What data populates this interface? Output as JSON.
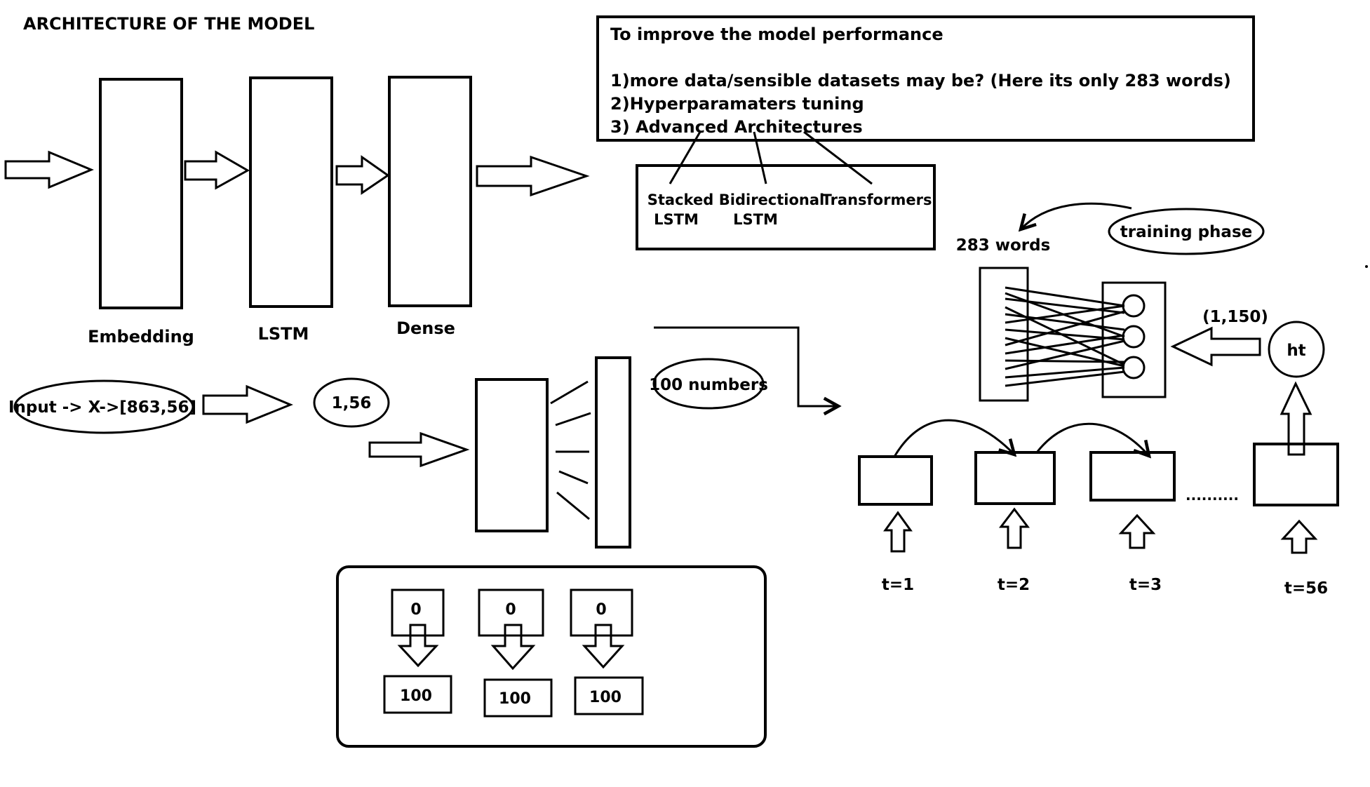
{
  "title": "ARCHITECTURE OF THE MODEL",
  "layers": [
    "Embedding",
    "LSTM",
    "Dense"
  ],
  "improve": {
    "heading": "To improve the model performance",
    "items": [
      "1)more data/sensible datasets may be? (Here its only 283 words)",
      "2)Hyperparamaters tuning",
      "3) Advanced Architectures"
    ],
    "architectures": [
      {
        "line1": "Stacked",
        "line2": "LSTM"
      },
      {
        "line1": "Bidirectional",
        "line2": "LSTM"
      },
      {
        "line1": "Transformers",
        "line2": ""
      }
    ]
  },
  "input_label": "Input -> X->[863,56]",
  "input_shape": "1,56",
  "embedding_output": "100 numbers",
  "one_hot": {
    "inputs": [
      "0",
      "0",
      "0"
    ],
    "outputs": [
      "100",
      "100",
      "100"
    ]
  },
  "training": {
    "words_label": "283 words",
    "phase_label": "training phase",
    "hidden_shape": "(1,150)",
    "hidden_label": "ht",
    "ellipsis": "..........",
    "timesteps": [
      "t=1",
      "t=2",
      "t=3",
      "t=56"
    ]
  },
  "colors": {
    "stroke": "#000000",
    "background": "#ffffff"
  }
}
